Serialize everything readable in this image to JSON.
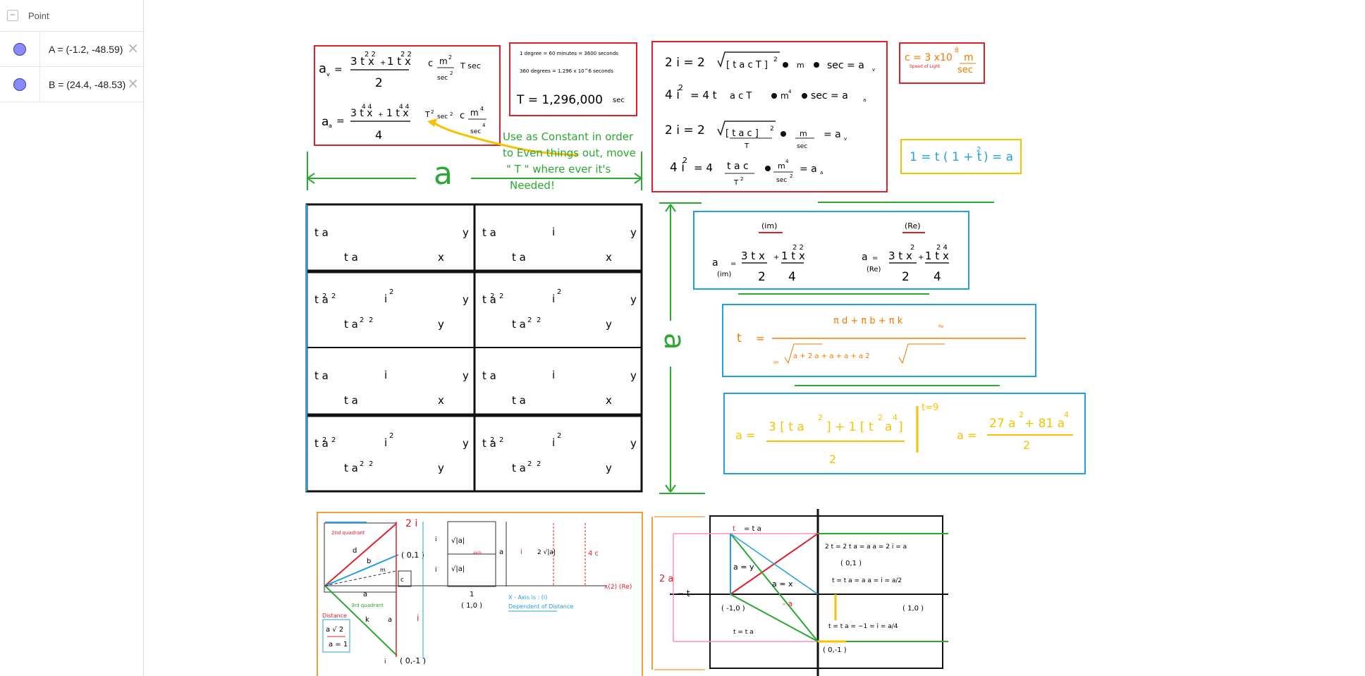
{
  "algebra": {
    "group_title": "Point",
    "collapse_symbol": "−",
    "items": [
      {
        "definition": "A = (-1.2, -48.59)",
        "delete": "×"
      },
      {
        "definition": "B = (24.4, -48.53)",
        "delete": "×"
      }
    ]
  },
  "canvas": {
    "box1": {
      "av": "a",
      "av_sub": "v",
      "eq": "=",
      "num1": "3 t x",
      "num1_sup": "2  2",
      "plus": "+",
      "num1b": "1 t x",
      "num1b_sup": "2  2",
      "den1": "2",
      "c": "c",
      "m": "m",
      "m_sup": "2",
      "sec": "sec",
      "sec_sup": "2",
      "tsec": "T sec",
      "aa": "a",
      "aa_sub": "a",
      "num2": "3 t x",
      "num2_sup": "4  4",
      "num2b": "1 t x",
      "num2b_sup": "4  4",
      "den2": "4",
      "t2sec2": "T",
      "t2_sup": "2",
      "sec2": "sec",
      "sec2_sup": "2",
      "m4": "m",
      "m4_sup": "4",
      "sec4": "sec",
      "sec4_sup": "4"
    },
    "box2": {
      "line1": "1 degree = 60 minutes = 3600 seconds",
      "line2": "360 degrees = 1.296 x 10^6  seconds",
      "T": "T  =  1,296,000",
      "sec": "sec"
    },
    "box3": {
      "l1_left": "2 i  =  2",
      "l1_rad": "[ t a c T ]",
      "l1_rad_sup": "2",
      "l1_right": "m",
      "l1_sec": "sec  =  a",
      "l1_sub": "v",
      "l2_left": "4 i",
      "l2_sup": "2",
      "l2_eq": "=  4 t",
      "l2_mid": "a  c  T",
      "l2_m": "m",
      "l2_m_sup": "4",
      "l2_sec": "sec  =  a",
      "l2_sub": "a",
      "l3_left": "2 i  =  2",
      "l3_rad": "[ t a c ]",
      "l3_rad_sup": "2",
      "l3_T": "T",
      "l3_m": "m",
      "l3_sec": "sec",
      "l3_right": "=  a",
      "l3_sub": "v",
      "l4_left": "4 i",
      "l4_sup": "2",
      "l4_eq": "=  4",
      "l4_num": "t a c",
      "l4_den": "T",
      "l4_den_sup": "2",
      "l4_m": "m",
      "l4_m_sup": "4",
      "l4_sec": "sec",
      "l4_sec_sup": "2",
      "l4_right": "=  a",
      "l4_sub": "a"
    },
    "box4": {
      "c": "c = 3 x10",
      "c_sup": "8",
      "m": "m",
      "sec": "sec",
      "caption": "Speed of Light"
    },
    "box5": {
      "text": "1 = t ( 1 + t",
      "sup": "2",
      "end": ") = a"
    },
    "note": {
      "lines": [
        "Use as Constant in order",
        "to Even things out, move",
        "\" T \" where ever it's",
        "Needed!"
      ]
    },
    "big_a_h": "a",
    "big_a_v": "a",
    "grid": {
      "cells": [
        {
          "tl": "t a",
          "tr": "y",
          "mid": "",
          "bl": "t a",
          "br": "x"
        },
        {
          "tl": "t a",
          "tr": "y",
          "mid": "i",
          "bl": "t a",
          "br": "x"
        },
        {
          "tl": "t a",
          "tr": "y",
          "mid": "i",
          "bl": "t a",
          "br": "y"
        },
        {
          "tl": "t a",
          "tr": "y",
          "mid": "i",
          "bl": "t a",
          "br": "y"
        },
        {
          "tl": "t a",
          "tr": "y",
          "mid": "i",
          "bl": "t a",
          "br": "x"
        },
        {
          "tl": "t a",
          "tr": "y",
          "mid": "i",
          "bl": "t a",
          "br": "x"
        },
        {
          "tl": "t a",
          "tr": "y",
          "mid": "i",
          "bl": "t a",
          "br": "y"
        },
        {
          "tl": "t a",
          "tr": "y",
          "mid": "i",
          "bl": "t a",
          "br": "y"
        }
      ],
      "sq": "2"
    },
    "box6": {
      "im": "(im)",
      "re": "(Re)",
      "a1": "a",
      "eq": "=",
      "a1_sub": "(im)",
      "n1": "3  t x",
      "plus": "+",
      "n1b": "1 t x",
      "n1b_sup": "2  2",
      "d1": "2",
      "d1b": "4",
      "a2": "a",
      "a2_sub": "(Re)",
      "n2": "3 t x",
      "n2_sup": "2",
      "n2b": "1 t x",
      "n2b_sup": "2  4",
      "d2": "2",
      "d2b": "4"
    },
    "box7": {
      "t": "t",
      "eq": "=",
      "num": "π d   +  π b   +  π k",
      "num_sub": "Re",
      "den": "a  +   2  a   +   a  +  a   +  a  2",
      "im": "im"
    },
    "box8": {
      "a": "a =",
      "num": "3 [ t a",
      "num_sup": "2",
      "num_mid": "]  + 1 [ t",
      "num_sup2": "2",
      "num_end": "a",
      "num_sup3": "4",
      "num_close": "]",
      "den": "2",
      "teq": "t=9",
      "a2": "a =",
      "num2": "27 a",
      "num2_sup": "2",
      "num2_end": "+ 81 a",
      "num2_sup2": "4",
      "den2": "2"
    },
    "diagram1": {
      "two_i": "2 i",
      "q2": "2nd quadrant",
      "q3": "3rd quadrant",
      "d": "d",
      "b": "b",
      "m": "m",
      "c": "c",
      "a": "a",
      "k": "k",
      "p01": "( 0,1 )",
      "p0m1": "( 0,-1 )",
      "p10": "( 1,0 )",
      "one": "1",
      "i": "i",
      "i2": "i",
      "sqrta": "√|a|",
      "axis": "axis",
      "twosqrta": "2 √|a|",
      "fourc": "4 c",
      "xre": "x(2) (Re)",
      "distance": "Distance",
      "asqrt2": "a √ 2",
      "a1": "a = 1",
      "xaxis": "X - Axis  is :  (i)",
      "dep": "Dependent of Distance"
    },
    "diagram2": {
      "twoa": "2 a",
      "t": "− t",
      "tv": "t",
      "ta2": "=  t a",
      "ay": "a = y",
      "ax": "a = x",
      "ma": "- a",
      "m10": "( -1,0 )",
      "p10": "( 1,0 )",
      "p01": "( 0,1 )",
      "p0m1": "( 0,-1 )",
      "eq1": "2 t   =  2 t a   =  a  a  =  2 i  =  a",
      "eq2": "t   =  t a   =  a  a  =  i  =  a/2",
      "eq3": "t   =  t a  =  −1  =  i   =  a/4",
      "bot": "t   =  t a"
    }
  }
}
